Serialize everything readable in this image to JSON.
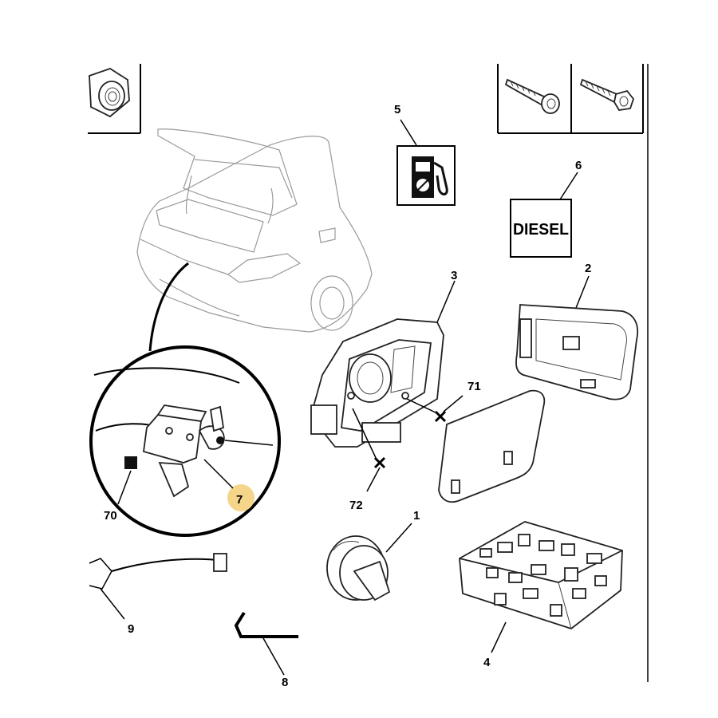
{
  "diagram": {
    "callouts": [
      {
        "id": "c1",
        "text": "1"
      },
      {
        "id": "c2",
        "text": "2"
      },
      {
        "id": "c3",
        "text": "3"
      },
      {
        "id": "c4",
        "text": "4"
      },
      {
        "id": "c5",
        "text": "5"
      },
      {
        "id": "c6",
        "text": "6"
      },
      {
        "id": "c7",
        "text": "7"
      },
      {
        "id": "c8",
        "text": "8"
      },
      {
        "id": "c9",
        "text": "9"
      },
      {
        "id": "c70",
        "text": "70"
      },
      {
        "id": "c71",
        "text": "71"
      },
      {
        "id": "c72",
        "text": "72"
      }
    ],
    "diesel_label": "DIESEL",
    "colors": {
      "line": "#000000",
      "highlight": "#f5d58a",
      "background": "#ffffff"
    },
    "icons": [
      "nut-icon",
      "screw-icon",
      "fuel-pump-icon"
    ]
  }
}
